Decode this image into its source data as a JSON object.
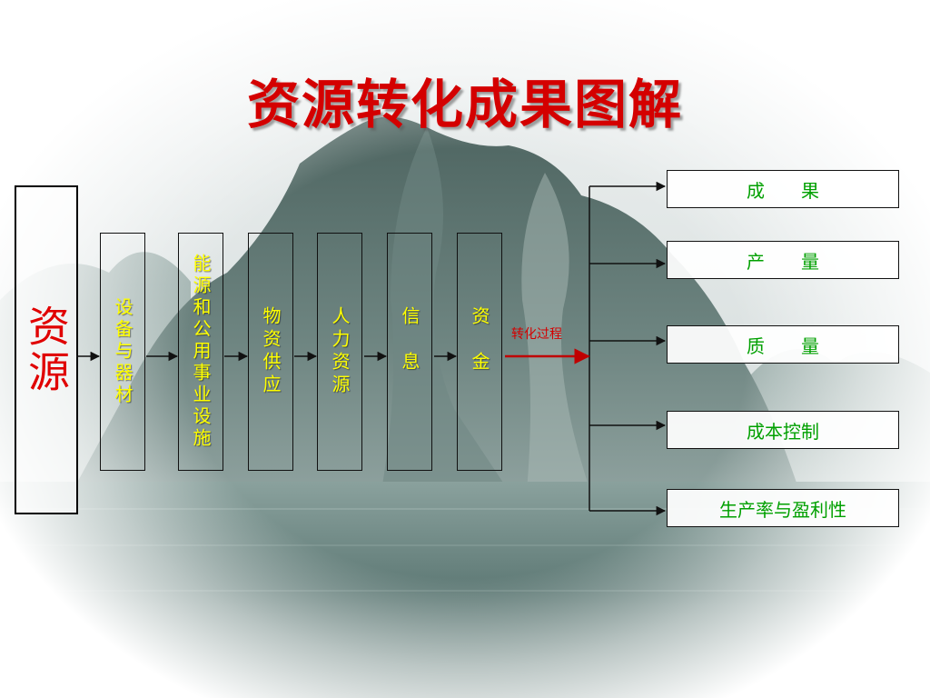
{
  "title": "资源转化成果图解",
  "source": {
    "label": "资源"
  },
  "resources": [
    {
      "label": "设备与器材",
      "color": "#ffff00"
    },
    {
      "label": "能源和公用事业设施",
      "color": "#ffff00"
    },
    {
      "label": "物资供应",
      "color": "#ffff00"
    },
    {
      "label": "人力资源",
      "color": "#ffff00"
    },
    {
      "label": "信息",
      "color": "#ffff00"
    },
    {
      "label": "资金",
      "color": "#ffff00"
    }
  ],
  "process": {
    "label": "转化过程",
    "color": "#d40000"
  },
  "outcomes": [
    {
      "label": "成　　果"
    },
    {
      "label": "产　　量"
    },
    {
      "label": "质　　量"
    },
    {
      "label": "成本控制"
    },
    {
      "label": "生产率与盈利性"
    }
  ],
  "colors": {
    "title": "#d40000",
    "source": "#e00000",
    "outcome": "#00a000"
  }
}
